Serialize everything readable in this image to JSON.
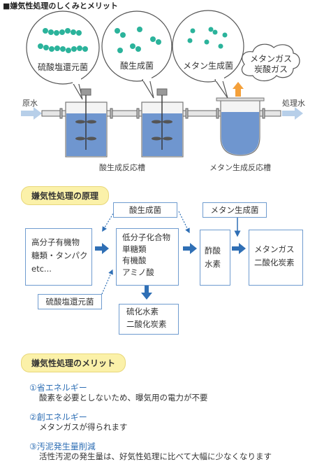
{
  "header": {
    "title": "■嫌気性処理のしくみとメリット"
  },
  "process": {
    "bubbles": [
      "硫酸塩還元菌",
      "酸生成菌",
      "メタン生成菌"
    ],
    "gas_cloud": [
      "メタンガス",
      "炭酸ガス"
    ],
    "inlet": "原水",
    "outlet": "処理水",
    "tank_acid": "酸生成反応槽",
    "tank_methane": "メタン生成反応槽"
  },
  "principle": {
    "section_title": "嫌気性処理の原理",
    "acid_bacteria": "酸生成菌",
    "methane_bacteria": "メタン生成菌",
    "sulfate_bacteria": "硫酸塩還元菌",
    "input_lines": [
      "高分子有機物",
      "糖類・タンパク",
      "etc..."
    ],
    "mid_lines": [
      "低分子化合物",
      "単糖類",
      "有機酸",
      "アミノ酸"
    ],
    "acid_lines": [
      "酢酸",
      "水素"
    ],
    "gas_lines": [
      "メタンガス",
      "二酸化炭素"
    ],
    "sulfide_lines": [
      "硫化水素",
      "二酸化炭素"
    ]
  },
  "merits": {
    "section_title": "嫌気性処理のメリット",
    "items": [
      {
        "head": "①省エネルギー",
        "body": "酸素を必要としないため、曝気用の電力が不要"
      },
      {
        "head": "②創エネルギー",
        "body": "メタンガスが得られます"
      },
      {
        "head": "③汚泥発生量削減",
        "body": "活性汚泥の発生量は、好気性処理に比べて大幅に少なくなります"
      }
    ]
  },
  "colors": {
    "teal_dots": "#2bb39b",
    "tank_water": "#6f96cf",
    "accent_blue": "#2f6fb5",
    "pill_yellow": "#fbf1a9",
    "gas_arrow": "#f4a03a"
  }
}
